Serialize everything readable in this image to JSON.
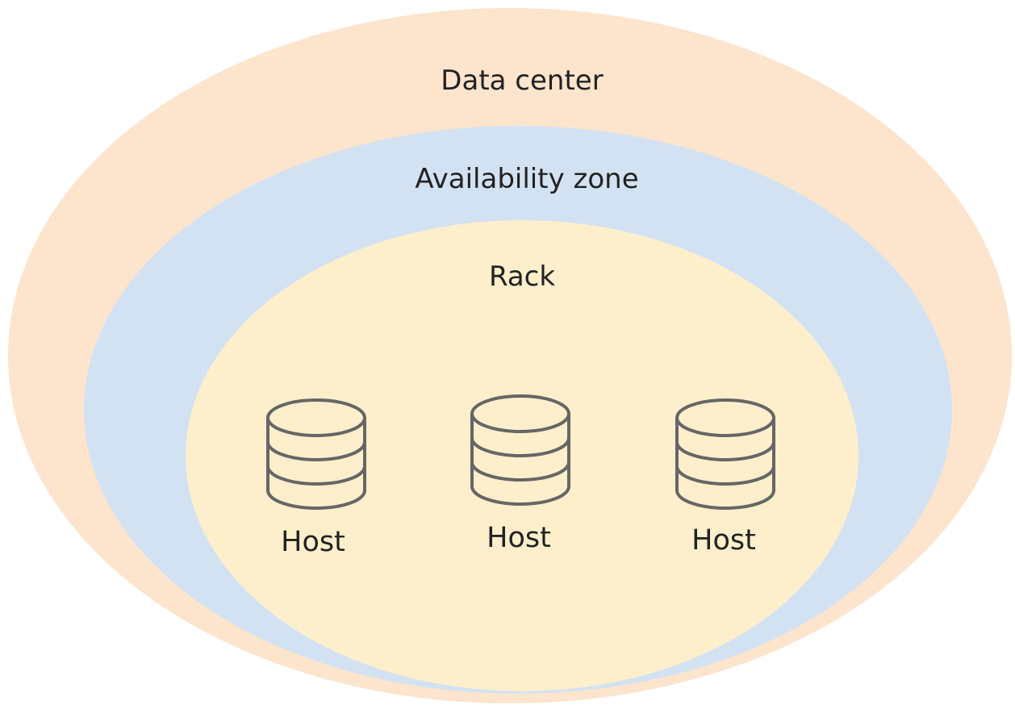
{
  "colors": {
    "data_center": "#fce4cd",
    "availability_zone": "#d2e2f3",
    "rack": "#feefcc",
    "icon_stroke": "#666666",
    "text": "#222222"
  },
  "zones": {
    "data_center": {
      "label": "Data center"
    },
    "availability_zone": {
      "label": "Availability zone"
    },
    "rack": {
      "label": "Rack"
    }
  },
  "hosts": [
    {
      "label": "Host",
      "icon": "database-icon"
    },
    {
      "label": "Host",
      "icon": "database-icon"
    },
    {
      "label": "Host",
      "icon": "database-icon"
    }
  ]
}
